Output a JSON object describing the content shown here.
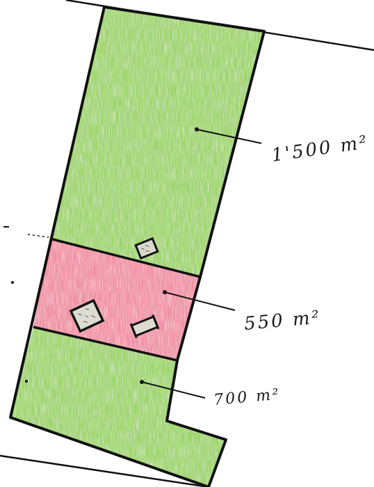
{
  "plot": {
    "colors": {
      "green": "#9ed46a",
      "pink": "#f08fa3",
      "outline": "#111111"
    },
    "parcels": [
      {
        "id": "north",
        "fill": "green",
        "label": "1'500 m²"
      },
      {
        "id": "middle",
        "fill": "pink",
        "label": "550 m²"
      },
      {
        "id": "south",
        "fill": "green",
        "label": "700 m²"
      }
    ],
    "buildings": [
      {
        "id": "shed-top",
        "parcel": "north"
      },
      {
        "id": "house",
        "parcel": "middle"
      },
      {
        "id": "shed-bottom",
        "parcel": "middle"
      }
    ]
  }
}
